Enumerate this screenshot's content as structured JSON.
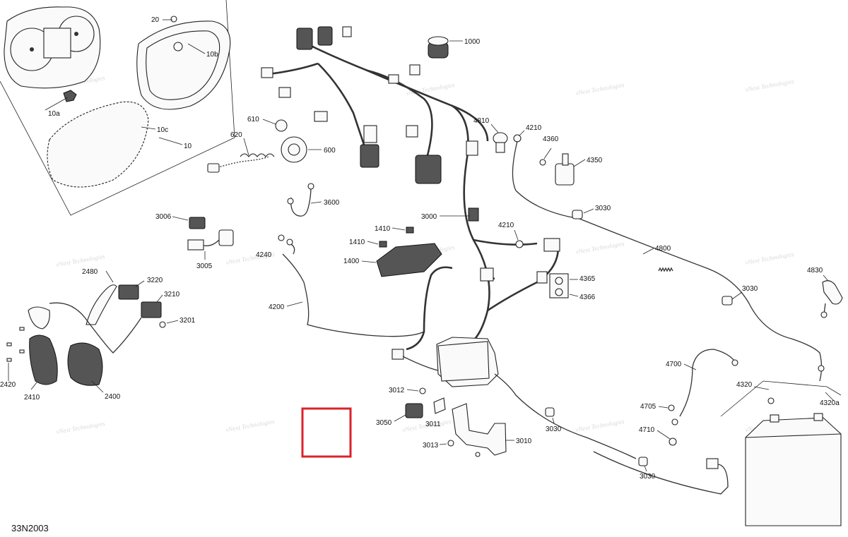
{
  "diagram_number": "33N2003",
  "watermark": "vNext Technologies",
  "highlight_color": "#d9232b",
  "callouts": [
    "20",
    "10b",
    "10a",
    "10c",
    "10",
    "1000",
    "610",
    "620",
    "600",
    "4810",
    "4210",
    "4360",
    "4350",
    "3600",
    "3006",
    "3005",
    "4240",
    "1410",
    "1410",
    "1400",
    "3000",
    "4210",
    "3030",
    "4800",
    "4365",
    "4366",
    "4830",
    "3030",
    "2480",
    "3220",
    "3210",
    "3201",
    "4200",
    "2420",
    "2410",
    "2400",
    "4700",
    "4320",
    "4320a",
    "4705",
    "4710",
    "3012",
    "3050",
    "3011",
    "3013",
    "3010",
    "3030",
    "3030"
  ]
}
